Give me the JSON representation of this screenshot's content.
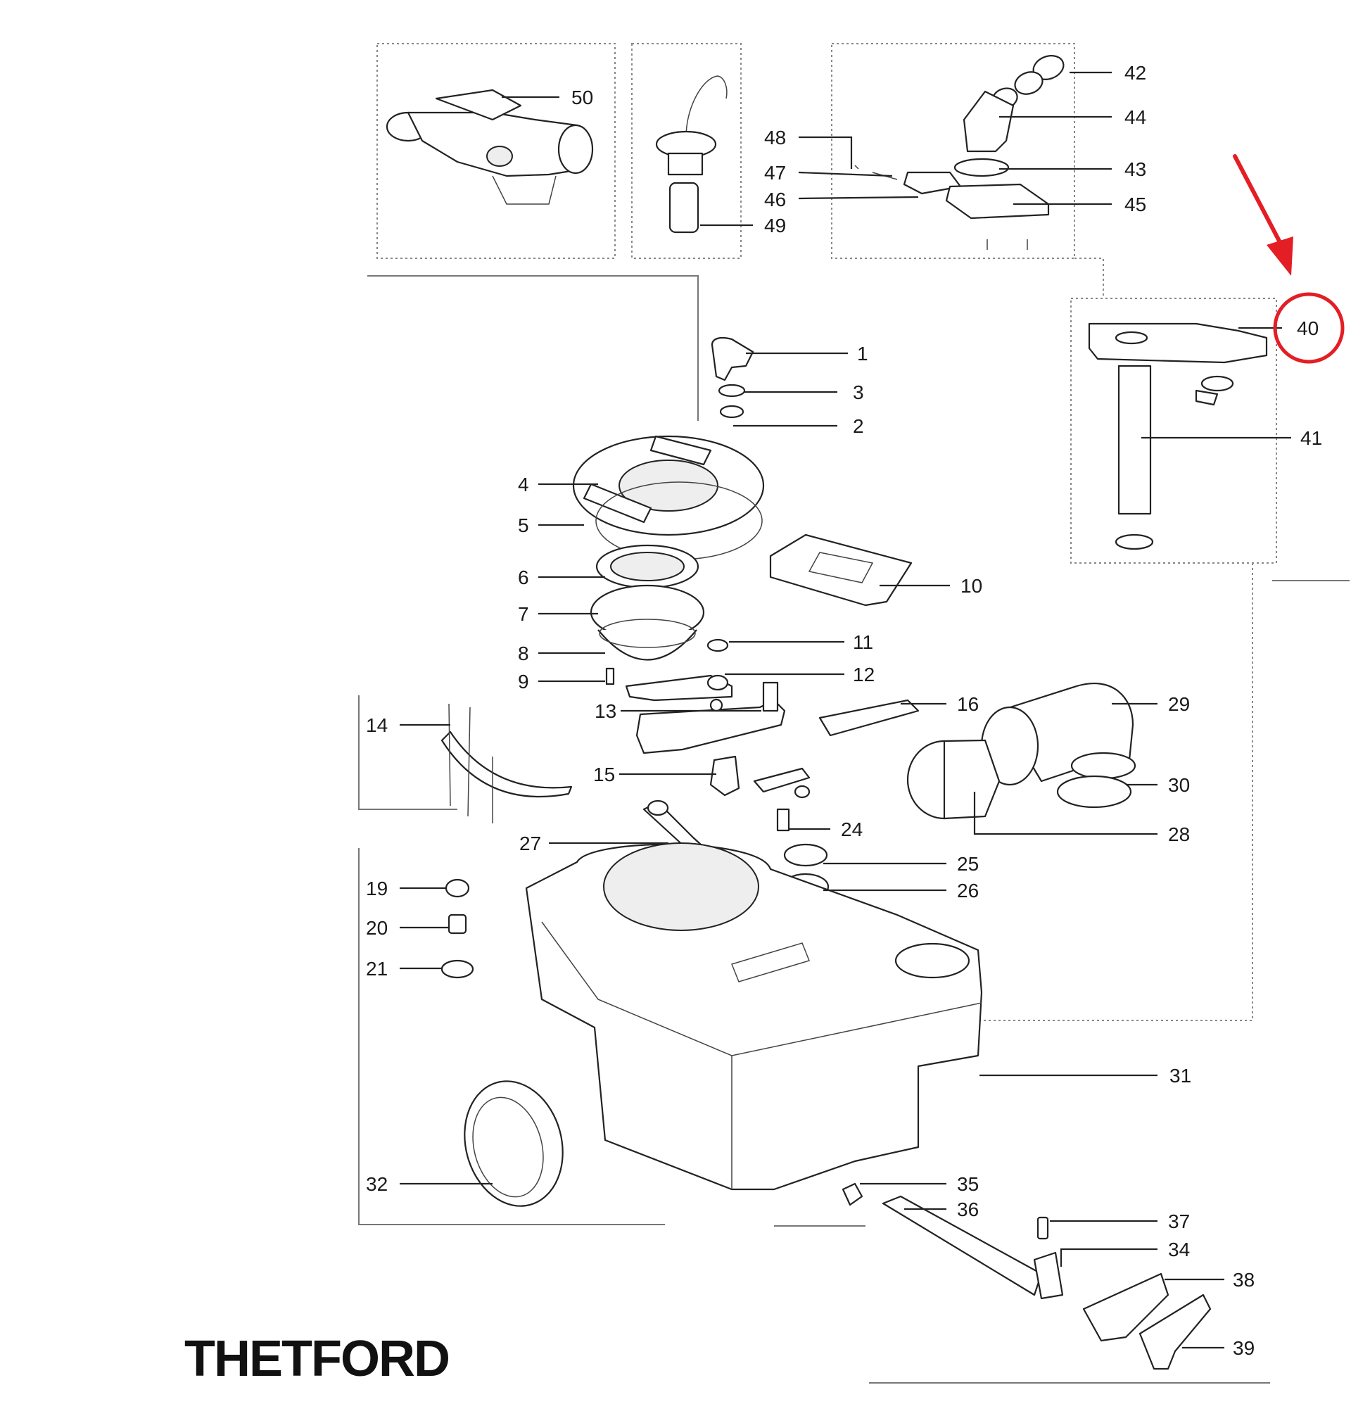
{
  "brand": {
    "logo_text": "THETFORD"
  },
  "highlight": {
    "callout_number": "40",
    "color": "#e31e24"
  },
  "labels": [
    {
      "n": "50"
    },
    {
      "n": "48"
    },
    {
      "n": "47"
    },
    {
      "n": "46"
    },
    {
      "n": "49"
    },
    {
      "n": "42"
    },
    {
      "n": "44"
    },
    {
      "n": "43"
    },
    {
      "n": "45"
    },
    {
      "n": "40"
    },
    {
      "n": "41"
    },
    {
      "n": "1"
    },
    {
      "n": "3"
    },
    {
      "n": "2"
    },
    {
      "n": "4"
    },
    {
      "n": "5"
    },
    {
      "n": "6"
    },
    {
      "n": "7"
    },
    {
      "n": "8"
    },
    {
      "n": "9"
    },
    {
      "n": "10"
    },
    {
      "n": "11"
    },
    {
      "n": "12"
    },
    {
      "n": "13"
    },
    {
      "n": "14"
    },
    {
      "n": "15"
    },
    {
      "n": "16"
    },
    {
      "n": "29"
    },
    {
      "n": "30"
    },
    {
      "n": "28"
    },
    {
      "n": "24"
    },
    {
      "n": "27"
    },
    {
      "n": "25"
    },
    {
      "n": "26"
    },
    {
      "n": "19"
    },
    {
      "n": "20"
    },
    {
      "n": "21"
    },
    {
      "n": "31"
    },
    {
      "n": "32"
    },
    {
      "n": "35"
    },
    {
      "n": "36"
    },
    {
      "n": "37"
    },
    {
      "n": "34"
    },
    {
      "n": "38"
    },
    {
      "n": "39"
    }
  ]
}
